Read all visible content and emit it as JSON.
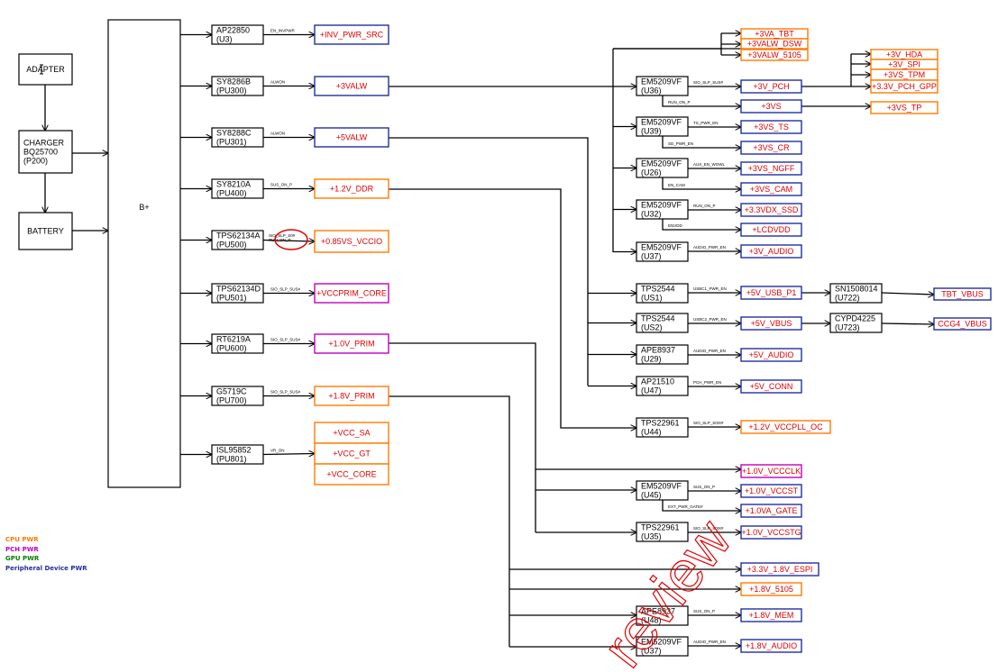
{
  "colors": {
    "cpu": "#ff7a00",
    "pch": "#c000c0",
    "gpu": "#008000",
    "peripheral": "#2030a0",
    "rail_text": "#e00000",
    "wire": "#000000"
  },
  "watermark": "review",
  "legend": [
    {
      "label": "CPU PWR",
      "color": "#ff7a00"
    },
    {
      "label": "PCH PWR",
      "color": "#c000c0"
    },
    {
      "label": "GPU PWR",
      "color": "#008000"
    },
    {
      "label": "Peripheral Device PWR",
      "color": "#2030a0"
    }
  ],
  "left_blocks": [
    {
      "id": "adapter",
      "lines": [
        "ADAPTER"
      ]
    },
    {
      "id": "charger",
      "lines": [
        "CHARGER",
        "BQ25700",
        "(P200)"
      ]
    },
    {
      "id": "battery",
      "lines": [
        "BATTERY"
      ]
    },
    {
      "id": "bplus",
      "lines": [
        "B+"
      ]
    }
  ],
  "stage1": [
    {
      "id": "u3",
      "lines": [
        "AP22850",
        "(U3)"
      ],
      "signal": "EN_INVPWR"
    },
    {
      "id": "pu300",
      "lines": [
        "SY8286B",
        "(PU300)"
      ],
      "signal": "ALWON"
    },
    {
      "id": "pu301",
      "lines": [
        "SY8288C",
        "(PU301)"
      ],
      "signal": "ALWON"
    },
    {
      "id": "pu400",
      "lines": [
        "SY8210A",
        "(PU400)"
      ],
      "signal": "SUS_ON_P"
    },
    {
      "id": "pu500",
      "lines": [
        "TPS62134A",
        "(PU500)"
      ],
      "signal": "SIO_SLP_S0# RUN_ON_P"
    },
    {
      "id": "pu501",
      "lines": [
        "TPS62134D",
        "(PU501)"
      ],
      "signal": "SIO_SLP_SUS#"
    },
    {
      "id": "pu600",
      "lines": [
        "RT6219A",
        "(PU600)"
      ],
      "signal": "SIO_SLP_SUS#"
    },
    {
      "id": "pu700",
      "lines": [
        "G5719C",
        "(PU700)"
      ],
      "signal": "SIO_SLP_SUS#"
    },
    {
      "id": "pu801",
      "lines": [
        "ISL95852",
        "(PU801)"
      ],
      "signal": "VR_ON"
    }
  ],
  "stage1_rails": [
    {
      "id": "inv",
      "label": "+INV_PWR_SRC",
      "cat": "peripheral"
    },
    {
      "id": "valw3",
      "label": "+3VALW",
      "cat": "peripheral"
    },
    {
      "id": "valw5",
      "label": "+5VALW",
      "cat": "peripheral"
    },
    {
      "id": "ddr",
      "label": "+1.2V_DDR",
      "cat": "cpu"
    },
    {
      "id": "vccio",
      "label": "+0.85VS_VCCIO",
      "cat": "cpu"
    },
    {
      "id": "vccprim",
      "label": "+VCCPRIM_CORE",
      "cat": "pch"
    },
    {
      "id": "prim10",
      "label": "+1.0V_PRIM",
      "cat": "pch"
    },
    {
      "id": "prim18",
      "label": "+1.8V_PRIM",
      "cat": "cpu"
    },
    {
      "id": "vccsa",
      "label": "+VCC_SA",
      "cat": "cpu"
    },
    {
      "id": "vccgt",
      "label": "+VCC_GT",
      "cat": "cpu"
    },
    {
      "id": "vcccore",
      "label": "+VCC_CORE",
      "cat": "cpu"
    }
  ],
  "stage2": [
    {
      "id": "u36",
      "lines": [
        "EM5209VF",
        "(U36)"
      ]
    },
    {
      "id": "u39",
      "lines": [
        "EM5209VF",
        "(U39)"
      ]
    },
    {
      "id": "u26",
      "lines": [
        "EM5209VF",
        "(U26)"
      ]
    },
    {
      "id": "u32",
      "lines": [
        "EM5209VF",
        "(U32)"
      ]
    },
    {
      "id": "u37a",
      "lines": [
        "EM5209VF",
        "(U37)"
      ]
    },
    {
      "id": "us1",
      "lines": [
        "TPS2544",
        "(US1)"
      ]
    },
    {
      "id": "us2",
      "lines": [
        "TPS2544",
        "(US2)"
      ]
    },
    {
      "id": "u29",
      "lines": [
        "APE8937",
        "(U29)"
      ]
    },
    {
      "id": "u47",
      "lines": [
        "AP21510",
        "(U47)"
      ]
    },
    {
      "id": "u44",
      "lines": [
        "TPS22961",
        "(U44)"
      ]
    },
    {
      "id": "u45",
      "lines": [
        "EM5209VF",
        "(U45)"
      ]
    },
    {
      "id": "u35",
      "lines": [
        "TPS22961",
        "(U35)"
      ]
    },
    {
      "id": "u48",
      "lines": [
        "APE8937",
        "(U48)"
      ]
    },
    {
      "id": "u37b",
      "lines": [
        "EM5209VF",
        "(U37)"
      ]
    }
  ],
  "stage2_rails": [
    {
      "id": "va_tbt",
      "label": "+3VA_TBT",
      "cat": "cpu"
    },
    {
      "id": "valw_dsw",
      "label": "+3VALW_DSW",
      "cat": "cpu"
    },
    {
      "id": "valw_5105",
      "label": "+3VALW_5105",
      "cat": "cpu"
    },
    {
      "id": "v_pch",
      "label": "+3V_PCH",
      "cat": "peripheral",
      "signal": "SIO_SLP_SUS#"
    },
    {
      "id": "vs",
      "label": "+3VS",
      "cat": "peripheral",
      "signal": "RUN_ON_P"
    },
    {
      "id": "vs_ts",
      "label": "+3VS_TS",
      "cat": "peripheral",
      "signal": "TS_PWR_EN"
    },
    {
      "id": "vs_cr",
      "label": "+3VS_CR",
      "cat": "peripheral",
      "signal": "SD_PWR_EN"
    },
    {
      "id": "vs_ngff",
      "label": "+3VS_NGFF",
      "cat": "peripheral",
      "signal": "AUX_EN_WOWL"
    },
    {
      "id": "vs_cam",
      "label": "+3VS_CAM",
      "cat": "peripheral",
      "signal": "EN_CAM"
    },
    {
      "id": "vdx_ssd",
      "label": "+3.3VDX_SSD",
      "cat": "peripheral",
      "signal": "RUN_ON_P"
    },
    {
      "id": "lcdvdd",
      "label": "+LCDVDD",
      "cat": "peripheral",
      "signal": "ENVDD"
    },
    {
      "id": "v3_audio",
      "label": "+3V_AUDIO",
      "cat": "peripheral",
      "signal": "AUDIO_PWR_EN"
    },
    {
      "id": "usb_p1",
      "label": "+5V_USB_P1",
      "cat": "peripheral",
      "signal": "USBC1_PWR_EN"
    },
    {
      "id": "v5_vbus",
      "label": "+5V_VBUS",
      "cat": "peripheral",
      "signal": "USBC2_PWR_EN"
    },
    {
      "id": "v5_audio",
      "label": "+5V_AUDIO",
      "cat": "peripheral",
      "signal": "AUDIO_PWR_EN"
    },
    {
      "id": "v5_conn",
      "label": "+5V_CONN",
      "cat": "peripheral",
      "signal": "PCH_PWR_EN"
    },
    {
      "id": "vccpll",
      "label": "+1.2V_VCCPLL_OC",
      "cat": "cpu",
      "signal": "SIO_SLP_S0IX#"
    },
    {
      "id": "vccclk",
      "label": "+1.0V_VCCCLK",
      "cat": "pch"
    },
    {
      "id": "vccst",
      "label": "+1.0V_VCCST",
      "cat": "peripheral",
      "signal": "SUS_ON_P"
    },
    {
      "id": "va_gate",
      "label": "+1.0VA_GATE",
      "cat": "peripheral",
      "signal": "EXT_PWR_GATE#"
    },
    {
      "id": "vccstg",
      "label": "+1.0V_VCCSTG",
      "cat": "peripheral",
      "signal": "SIO_SLP_S0IX#"
    },
    {
      "id": "espi",
      "label": "+3.3V_1.8V_ESPI",
      "cat": "peripheral"
    },
    {
      "id": "v18_5105",
      "label": "+1.8V_5105",
      "cat": "cpu"
    },
    {
      "id": "v18_mem",
      "label": "+1.8V_MEM",
      "cat": "peripheral",
      "signal": "SUS_ON_P"
    },
    {
      "id": "v18_audio",
      "label": "+1.8V_AUDIO",
      "cat": "peripheral",
      "signal": "AUDIO_PWR_EN"
    }
  ],
  "stage3_rails": [
    {
      "id": "hda",
      "label": "+3V_HDA",
      "cat": "cpu"
    },
    {
      "id": "spi",
      "label": "+3V_SPI",
      "cat": "cpu"
    },
    {
      "id": "tpm",
      "label": "+3VS_TPM",
      "cat": "cpu"
    },
    {
      "id": "pch_gpp",
      "label": "+3.3V_PCH_GPP",
      "cat": "cpu"
    },
    {
      "id": "vs_tp",
      "label": "+3VS_TP",
      "cat": "cpu"
    }
  ],
  "stage3": [
    {
      "id": "u722",
      "lines": [
        "SN1508014",
        "(U722)"
      ]
    },
    {
      "id": "u723",
      "lines": [
        "CYPD4225",
        "(U723)"
      ]
    }
  ],
  "stage4_rails": [
    {
      "id": "tbt_vbus",
      "label": "TBT_VBUS",
      "cat": "peripheral"
    },
    {
      "id": "ccg4_vbus",
      "label": "CCG4_VBUS",
      "cat": "peripheral"
    }
  ]
}
